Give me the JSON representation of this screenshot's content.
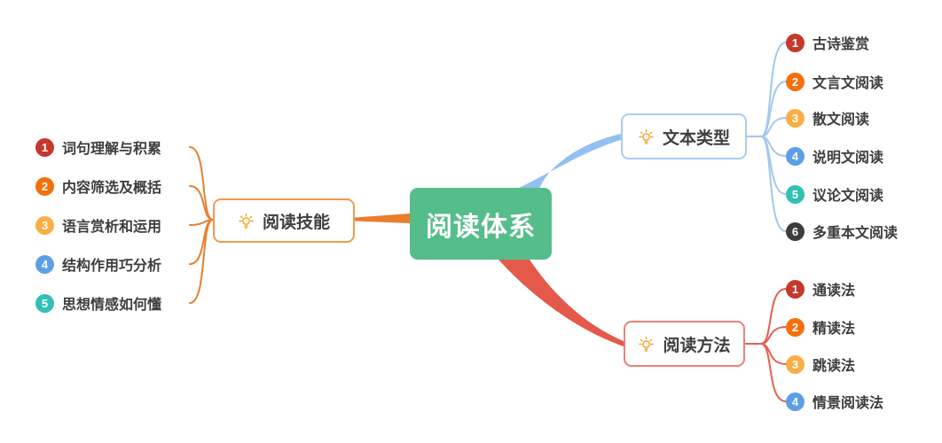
{
  "central": {
    "label": "阅读体系",
    "bg_color": "#55BD8A"
  },
  "colors": {
    "skills_branch": "#E87E2E",
    "types_branch": "#92C0F0",
    "methods_branch": "#E4594A",
    "bulb_icon": "#F7A32B"
  },
  "branches": [
    {
      "label": "阅读技能",
      "side": "left",
      "items": [
        {
          "num": "1",
          "label": "词句理解与积累",
          "color": "#C5382C"
        },
        {
          "num": "2",
          "label": "内容筛选及概括",
          "color": "#F4700D"
        },
        {
          "num": "3",
          "label": "语言赏析和运用",
          "color": "#F9AE45"
        },
        {
          "num": "4",
          "label": "结构作用巧分析",
          "color": "#5C9FE8"
        },
        {
          "num": "5",
          "label": "思想情感如何懂",
          "color": "#33BFB4"
        }
      ]
    },
    {
      "label": "文本类型",
      "side": "top-right",
      "items": [
        {
          "num": "1",
          "label": "古诗鉴赏",
          "color": "#C5382C"
        },
        {
          "num": "2",
          "label": "文言文阅读",
          "color": "#F4700D"
        },
        {
          "num": "3",
          "label": "散文阅读",
          "color": "#F9AE45"
        },
        {
          "num": "4",
          "label": "说明文阅读",
          "color": "#5C9FE8"
        },
        {
          "num": "5",
          "label": "议论文阅读",
          "color": "#33BFB4"
        },
        {
          "num": "6",
          "label": "多重本文阅读",
          "color": "#3D3D3D"
        }
      ]
    },
    {
      "label": "阅读方法",
      "side": "bottom-right",
      "items": [
        {
          "num": "1",
          "label": "通读法",
          "color": "#C5382C"
        },
        {
          "num": "2",
          "label": "精读法",
          "color": "#F4700D"
        },
        {
          "num": "3",
          "label": "跳读法",
          "color": "#F9AE45"
        },
        {
          "num": "4",
          "label": "情景阅读法",
          "color": "#5C9FE8"
        }
      ]
    }
  ]
}
